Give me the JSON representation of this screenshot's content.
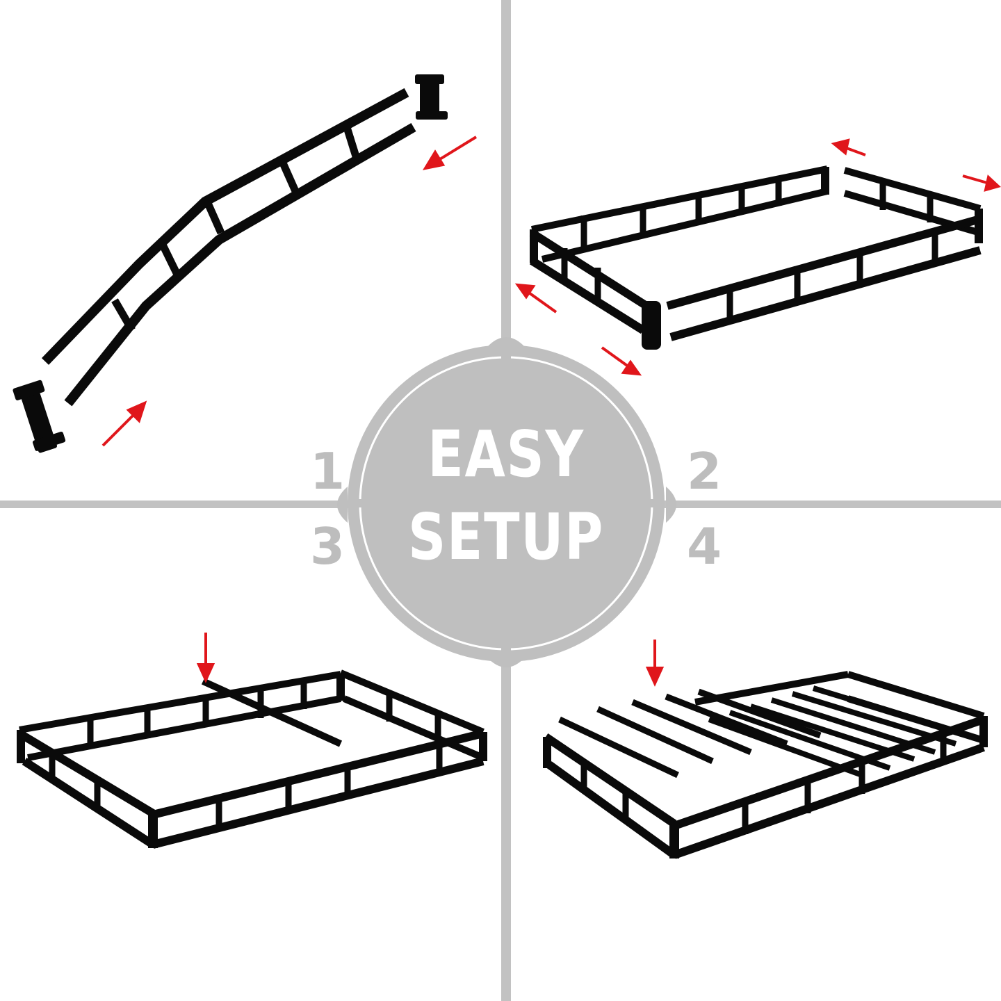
{
  "badge": {
    "title_line1": "EASY",
    "title_line2": "SETUP",
    "fill_color": "#bfbfbf",
    "text_color": "#ffffff"
  },
  "steps": [
    {
      "number": "1",
      "description": "Attach corner brackets to both ends of side rail",
      "arrow_count": 2
    },
    {
      "number": "2",
      "description": "Connect rails into rectangular frame",
      "arrow_count": 4
    },
    {
      "number": "3",
      "description": "Insert center support bar",
      "arrow_count": 1
    },
    {
      "number": "4",
      "description": "Lay cross slats across frame",
      "arrow_count": 1
    }
  ],
  "colors": {
    "divider": "#c2c2c2",
    "frame": "#0a0a0a",
    "arrow": "#e0161b",
    "step_number": "#bdbdbd"
  }
}
